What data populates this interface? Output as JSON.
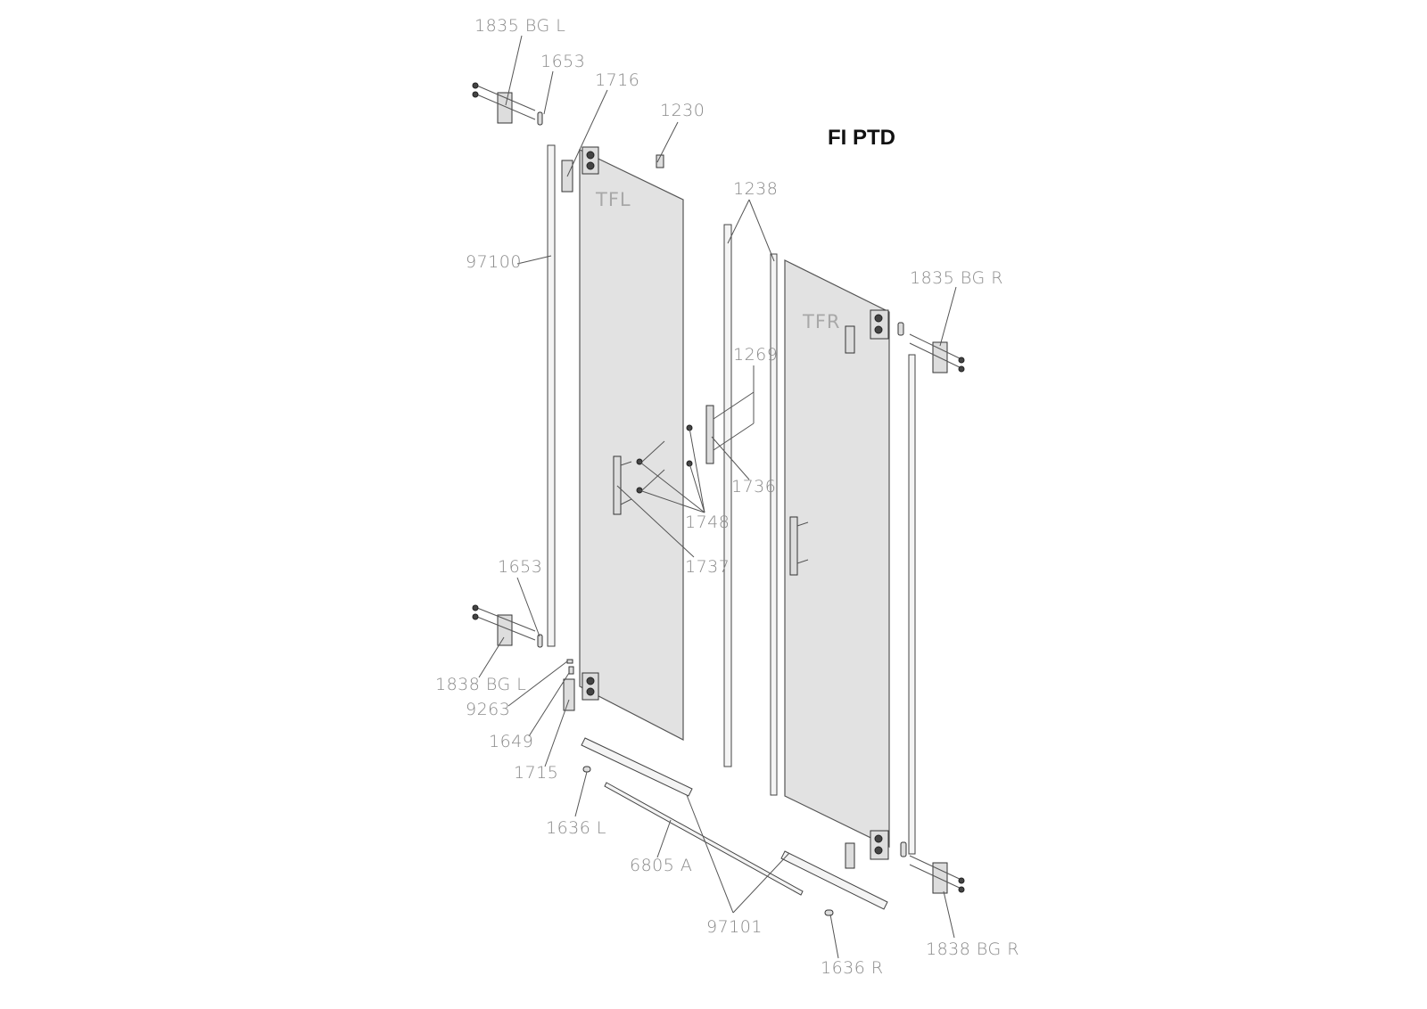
{
  "title": "FI PTD",
  "panels": {
    "left": "TFL",
    "right": "TFR"
  },
  "labels": {
    "hinge_top_left": "1835 BG L",
    "cap_top_left": "1653",
    "cover_top": "1716",
    "clip": "1230",
    "profiles_center": "1238",
    "wall_profile_left": "97100",
    "hinge_top_right": "1835 BG R",
    "screws_1269": "1269",
    "handle_right": "1736",
    "knobs": "1748",
    "handle_left": "1737",
    "cap_bottom_left": "1653",
    "hinge_bottom_left": "1838 BG L",
    "pin": "9263",
    "insert": "1649",
    "cover_bottom": "1715",
    "endcap_left": "1636 L",
    "seal": "6805 A",
    "bottom_profiles": "97101",
    "endcap_right": "1636 R",
    "hinge_bottom_right": "1838 BG R"
  }
}
